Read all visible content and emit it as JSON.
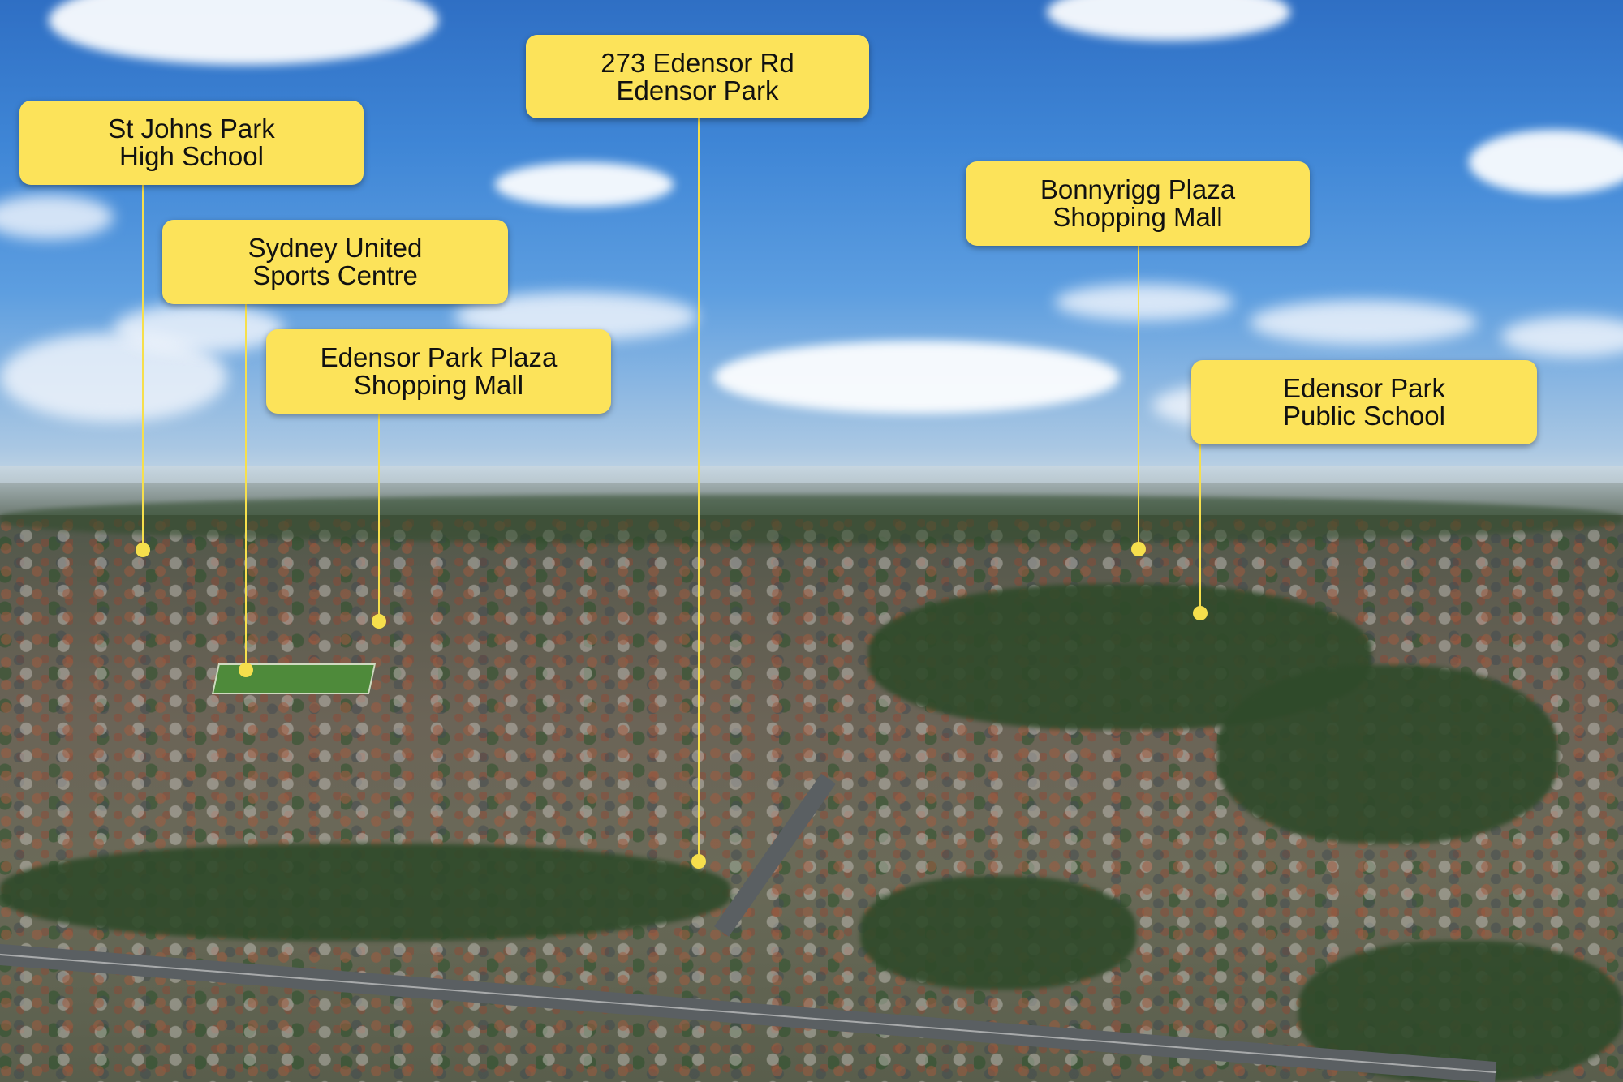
{
  "callouts": [
    {
      "id": "st-johns",
      "line1": "St Johns Park",
      "line2": "High School"
    },
    {
      "id": "sydney-united",
      "line1": "Sydney United",
      "line2": "Sports Centre"
    },
    {
      "id": "edensor-plaza",
      "line1": "Edensor Park Plaza",
      "line2": "Shopping Mall"
    },
    {
      "id": "subject-property",
      "line1": "273 Edensor Rd",
      "line2": "Edensor Park"
    },
    {
      "id": "bonnyrigg-plaza",
      "line1": "Bonnyrigg Plaza",
      "line2": "Shopping Mall"
    },
    {
      "id": "edensor-school",
      "line1": "Edensor Park",
      "line2": "Public School"
    }
  ],
  "colors": {
    "label_fill": "#fce35a",
    "leader": "#f6df4c",
    "sky": "#3f86d6"
  }
}
